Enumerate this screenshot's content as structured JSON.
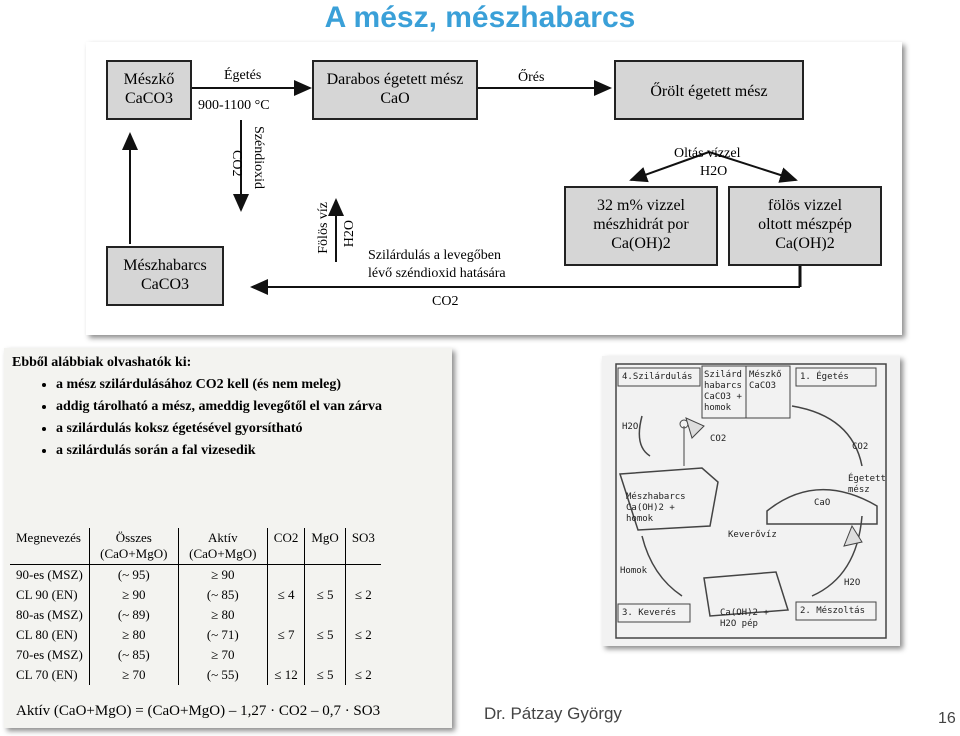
{
  "title": "A mész, mészhabarcs",
  "diagram": {
    "meszko": {
      "line1": "Mészkő",
      "line2": "CaCO3"
    },
    "darabos": {
      "line1": "Darabos égetett mész",
      "line2": "CaO"
    },
    "orolt": {
      "line1": "Őrölt égetett mész"
    },
    "meszhidrat": {
      "line1": "32 m% vizzel",
      "line2": "mészhidrát por",
      "line3": "Ca(OH)2"
    },
    "folos": {
      "line1": "fölös vizzel",
      "line2": "oltott mészpép",
      "line3": "Ca(OH)2"
    },
    "meszhabarcs": {
      "line1": "Mészhabarcs",
      "line2": "CaCO3"
    },
    "egetes": "Égetés",
    "temp": "900-1100 °C",
    "ores": "Őrés",
    "oltas": "Oltás vízzel",
    "h2o": "H2O",
    "szendioxid": "Széndioxid",
    "co2_vert": "CO2",
    "folos_viz": "Fölös víz",
    "h2o_vert": "H2O",
    "szilardulas1": "Szilárdulás a levegőben",
    "szilardulas2": "lévő széndioxid hatására",
    "co2_bottom": "CO2"
  },
  "notes": {
    "heading": "Ebből alábbiak olvashatók ki:",
    "items": [
      "a mész szilárdulásához CO2 kell (és nem meleg)",
      "addig tárolható a mész, ameddig levegőtől el van zárva",
      "a szilárdulás koksz égetésével gyorsítható",
      "a szilárdulás során a fal vizesedik"
    ]
  },
  "table": {
    "headers": [
      "Megnevezés",
      "Összes (CaO+MgO)",
      "Aktív (CaO+MgO)",
      "CO2",
      "MgO",
      "SO3"
    ],
    "rows": [
      [
        "90-es (MSZ)",
        "(~ 95)",
        "≥ 90",
        "",
        "",
        ""
      ],
      [
        "CL 90 (EN)",
        "≥ 90",
        "(~ 85)",
        "≤ 4",
        "≤ 5",
        "≤ 2"
      ],
      [
        "80-as (MSZ)",
        "(~ 89)",
        "≥ 80",
        "",
        "",
        ""
      ],
      [
        "CL 80 (EN)",
        "≥ 80",
        "(~ 71)",
        "≤ 7",
        "≤ 5",
        "≤ 2"
      ],
      [
        "70-es (MSZ)",
        "(~ 85)",
        "≥ 70",
        "",
        "",
        ""
      ],
      [
        "CL 70 (EN)",
        "≥ 70",
        "(~ 55)",
        "≤ 12",
        "≤ 5",
        "≤ 2"
      ]
    ],
    "formula": "Aktív (CaO+MgO) = (CaO+MgO) – 1,27 · CO2 – 0,7 · SO3"
  },
  "sketch": {
    "step4": "4.Szilárdulás",
    "step1": "1. Égetés",
    "step3": "3. Keverés",
    "step2": "2. Mészoltás",
    "top_left": "Szilárd habarcs CaCO3 + homok",
    "top_right": "Mészkő CaCO3",
    "h2o": "H2O",
    "co2_a": "CO2",
    "co2_b": "CO2",
    "meszhabarcs": "Mészhabarcs Ca(OH)2 + homok",
    "egetett_mesz": "Égetett mész",
    "cao": "CaO",
    "keveroviz": "Keverővíz",
    "homok": "Homok",
    "h2o_b": "H2O",
    "cap": "Ca(OH)2 + H2O pép"
  },
  "footer": {
    "author": "Dr. Pátzay György",
    "page": "16"
  }
}
